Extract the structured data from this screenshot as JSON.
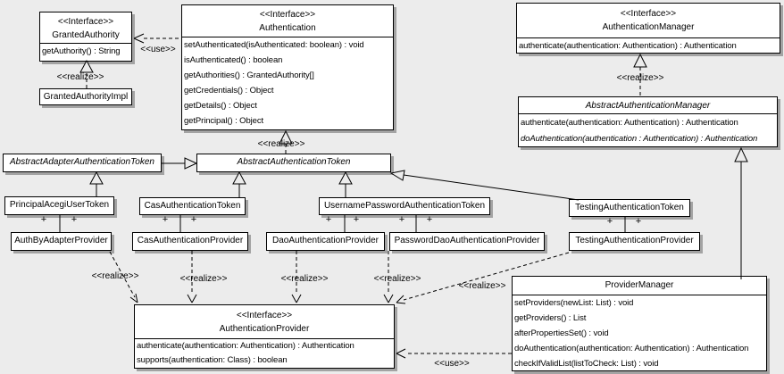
{
  "classes": {
    "grantedAuthority": {
      "stereotype": "<<Interface>>",
      "name": "GrantedAuthority",
      "methods": [
        "getAuthority() : String"
      ]
    },
    "grantedAuthorityImpl": {
      "name": "GrantedAuthorityImpl"
    },
    "authentication": {
      "stereotype": "<<Interface>>",
      "name": "Authentication",
      "methods": [
        "setAuthenticated(isAuthenticated: boolean) : void",
        "isAuthenticated() : boolean",
        "getAuthorities() : GrantedAuthority[]",
        "getCredentials() : Object",
        "getDetails() : Object",
        "getPrincipal() : Object"
      ]
    },
    "authenticationManager": {
      "stereotype": "<<Interface>>",
      "name": "AuthenticationManager",
      "methods": [
        "authenticate(authentication: Authentication) : Authentication"
      ]
    },
    "abstractAuthenticationManager": {
      "name": "AbstractAuthenticationManager",
      "methods": [
        "authenticate(authentication: Authentication) : Authentication",
        "doAuthentication(authentication : Authentication) : Authentication"
      ]
    },
    "abstractAdapterAuthenticationToken": {
      "name": "AbstractAdapterAuthenticationToken"
    },
    "abstractAuthenticationToken": {
      "name": "AbstractAuthenticationToken"
    },
    "principalAcegiUserToken": {
      "name": "PrincipalAcegiUserToken"
    },
    "casAuthenticationToken": {
      "name": "CasAuthenticationToken"
    },
    "usernamePasswordAuthenticationToken": {
      "name": "UsernamePasswordAuthenticationToken"
    },
    "testingAuthenticationToken": {
      "name": "TestingAuthenticationToken"
    },
    "authByAdapterProvider": {
      "name": "AuthByAdapterProvider"
    },
    "casAuthenticationProvider": {
      "name": "CasAuthenticationProvider"
    },
    "daoAuthenticationProvider": {
      "name": "DaoAuthenticationProvider"
    },
    "passwordDaoAuthenticationProvider": {
      "name": "PasswordDaoAuthenticationProvider"
    },
    "testingAuthenticationProvider": {
      "name": "TestingAuthenticationProvider"
    },
    "authenticationProvider": {
      "stereotype": "<<Interface>>",
      "name": "AuthenticationProvider",
      "methods": [
        "authenticate(authentication: Authentication) : Authentication",
        "supports(authentication: Class) : boolean"
      ]
    },
    "providerManager": {
      "name": "ProviderManager",
      "methods": [
        "setProviders(newList: List) : void",
        "getProviders() : List",
        "afterPropertiesSet() : void",
        "doAuthentication(authentication: Authentication) : Authentication",
        "checkIfValidList(listToCheck: List) : void"
      ]
    }
  },
  "edge_labels": {
    "use": "<<use>>",
    "realize": "<<realize>>",
    "plus": "+"
  },
  "colors": {
    "background": "#ececec",
    "box_fill": "#ffffff",
    "box_border": "#000000",
    "shadow": "#a3a3a3"
  }
}
